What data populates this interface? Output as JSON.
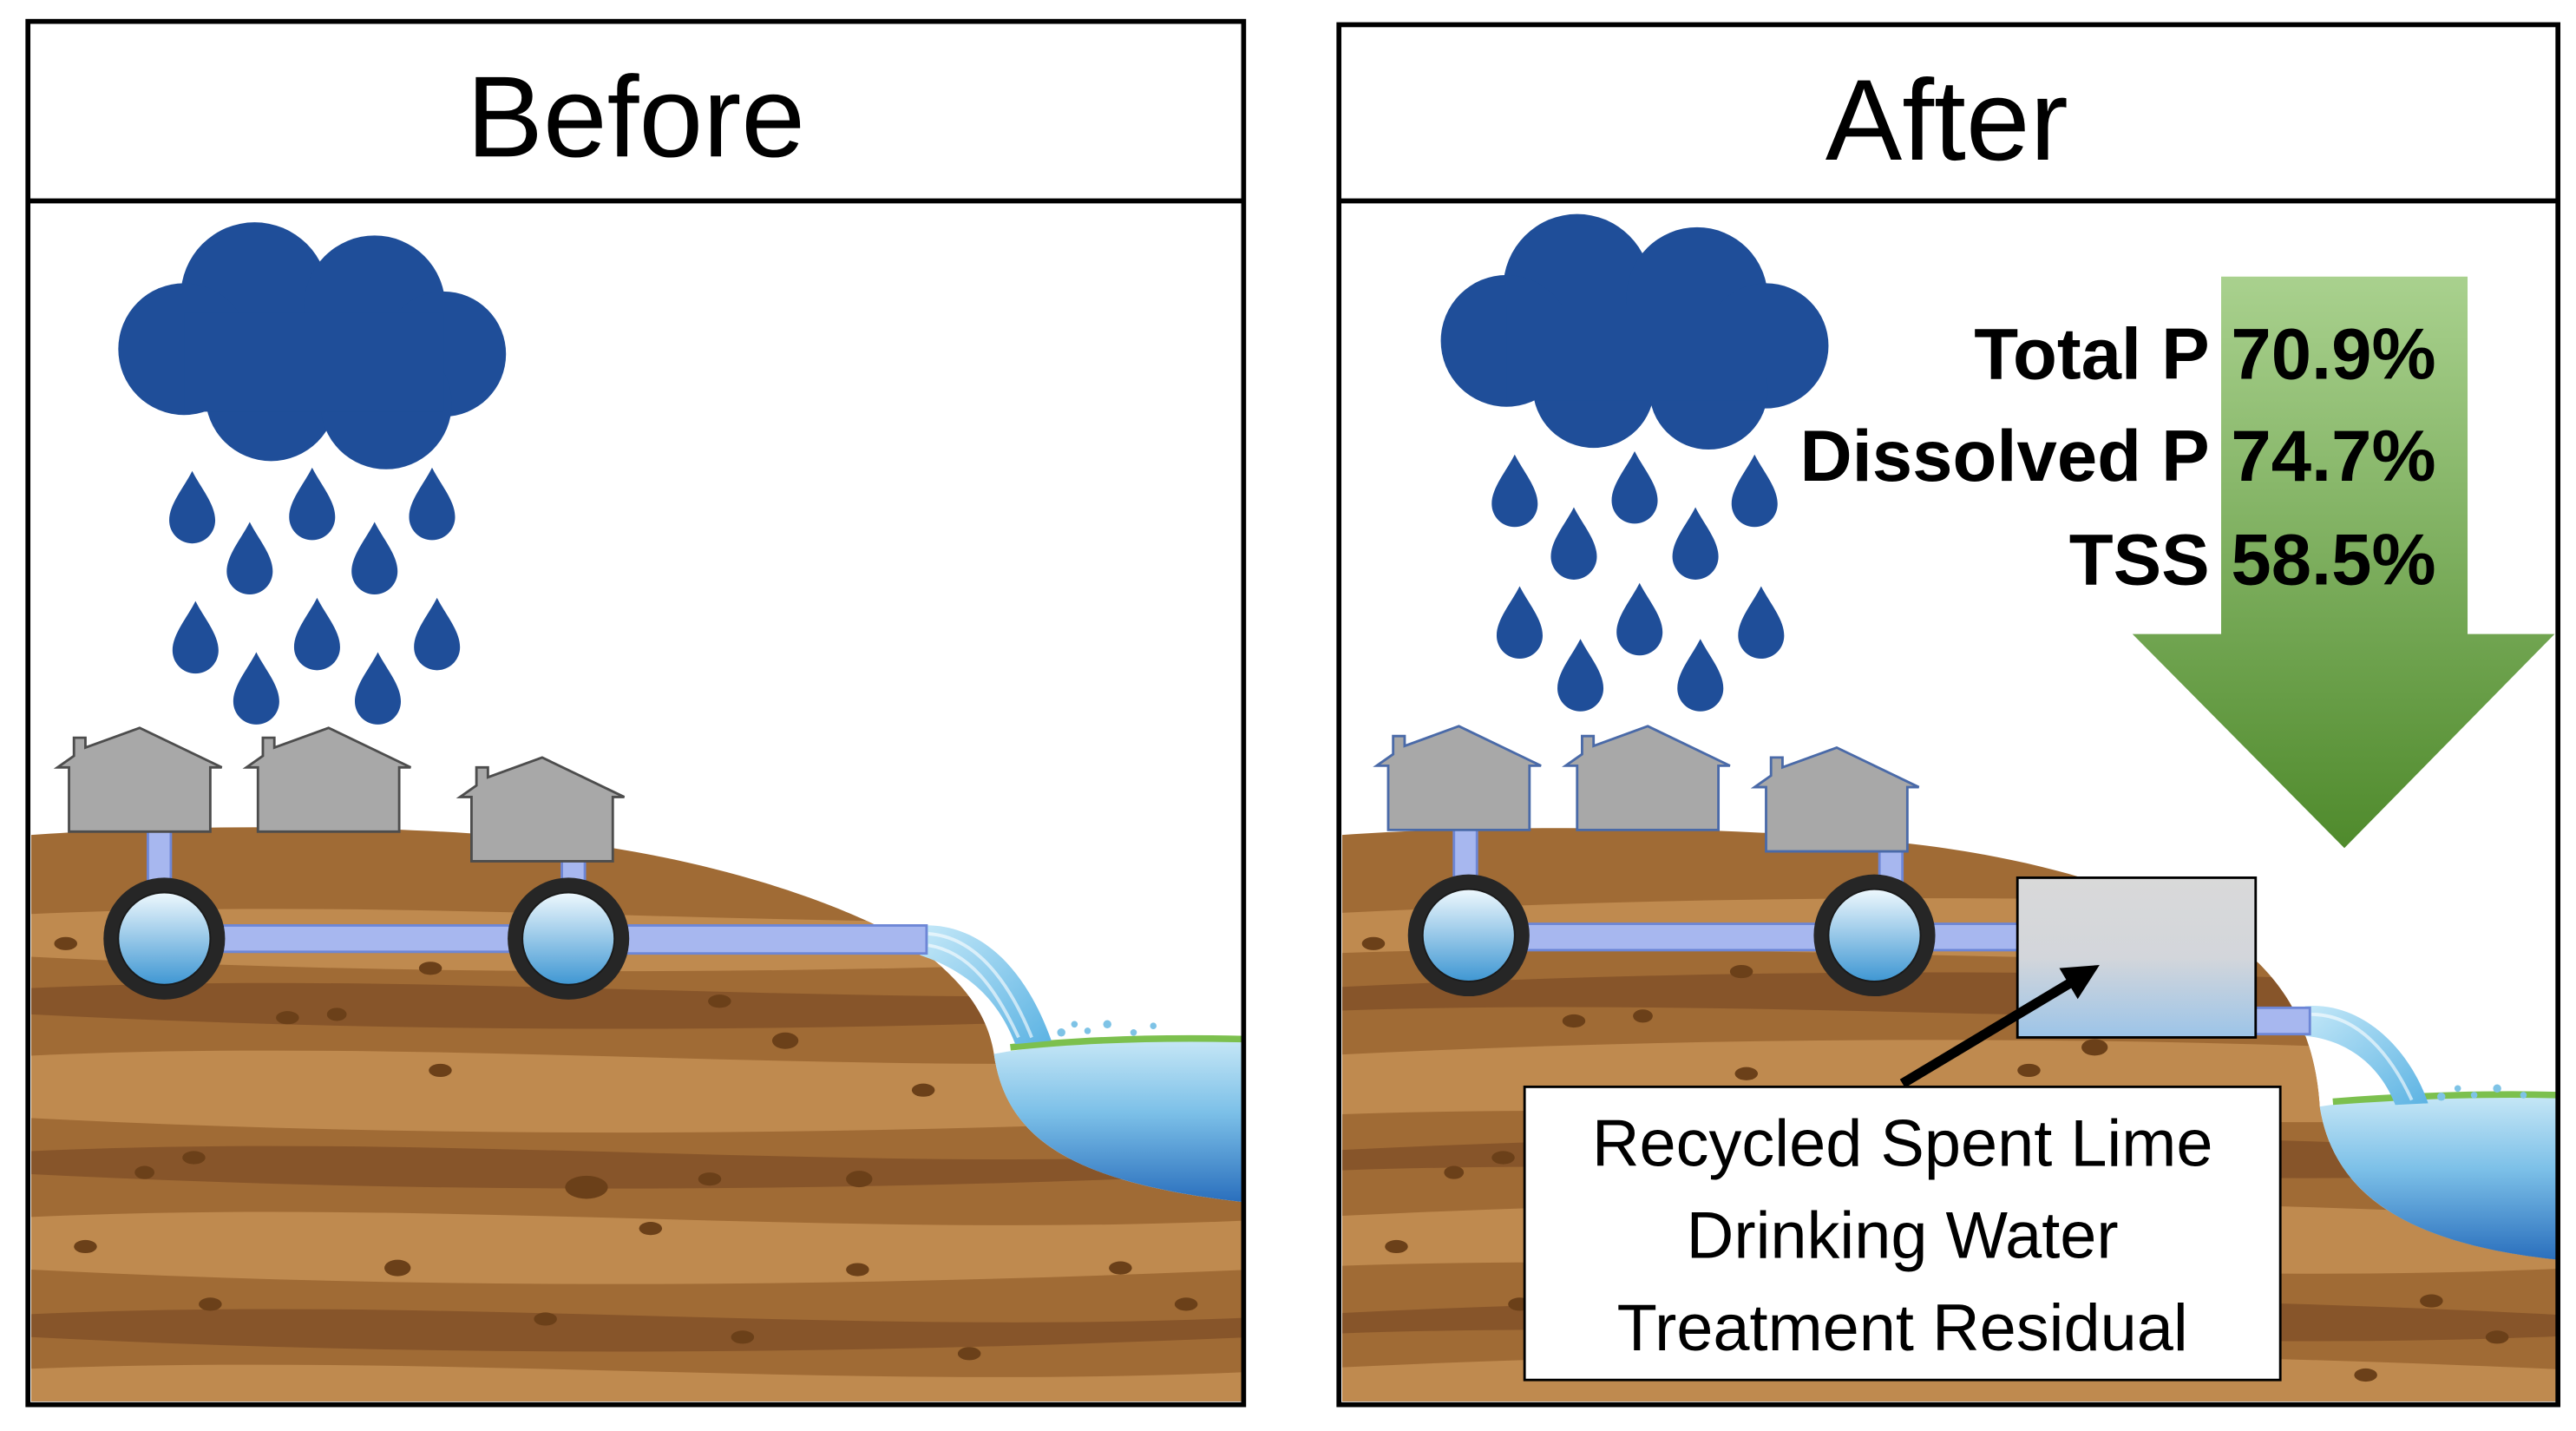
{
  "panels": {
    "before": {
      "title": "Before"
    },
    "after": {
      "title": "After",
      "reductions": [
        {
          "label": "Total P",
          "value": "70.9%"
        },
        {
          "label": "Dissolved P",
          "value": "74.7%"
        },
        {
          "label": "TSS",
          "value": "58.5%"
        }
      ],
      "callout": {
        "lines": [
          "Recycled Spent Lime",
          "Drinking Water",
          "Treatment Residual"
        ]
      }
    }
  },
  "colors": {
    "rain": "#1f4e99",
    "soil": "#a06b35",
    "arrow_top": "#a9d18e",
    "arrow_bottom": "#4f8a2c"
  }
}
